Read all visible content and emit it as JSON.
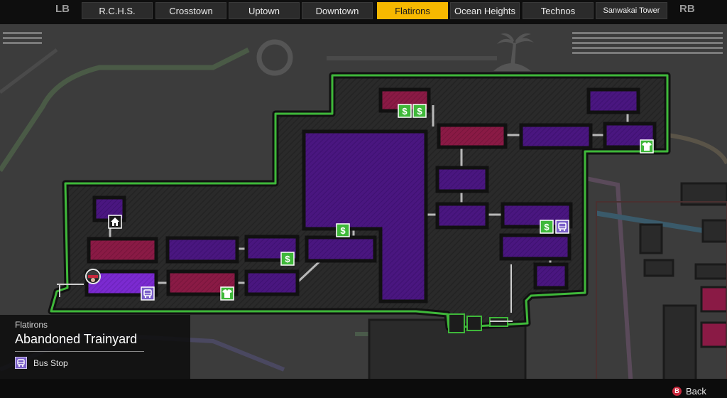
{
  "nav": {
    "left_shoulder": "LB",
    "right_shoulder": "RB",
    "tabs": [
      "R.C.H.S.",
      "Crosstown",
      "Uptown",
      "Downtown",
      "Flatirons",
      "Ocean Heights",
      "Technos",
      "Sanwakai Tower"
    ],
    "active_tab": "Flatirons"
  },
  "location": {
    "district": "Flatirons",
    "name": "Abandoned Trainyard"
  },
  "legend": {
    "bus_stop_label": "Bus Stop"
  },
  "footer": {
    "b_button_glyph": "B",
    "back_label": "Back"
  },
  "colors": {
    "active_tab": "#f6b800",
    "district_outline": "#3fb83a",
    "room_purple": "#4a1680",
    "room_magenta": "#8a1a45",
    "shop_icon": "#3fb83a",
    "bus_icon": "#7a5fc8"
  },
  "map_icons": [
    "home-icon",
    "money-icon",
    "shirt-icon",
    "bus-stop-icon",
    "player-marker-icon",
    "palm-tree-icon"
  ]
}
